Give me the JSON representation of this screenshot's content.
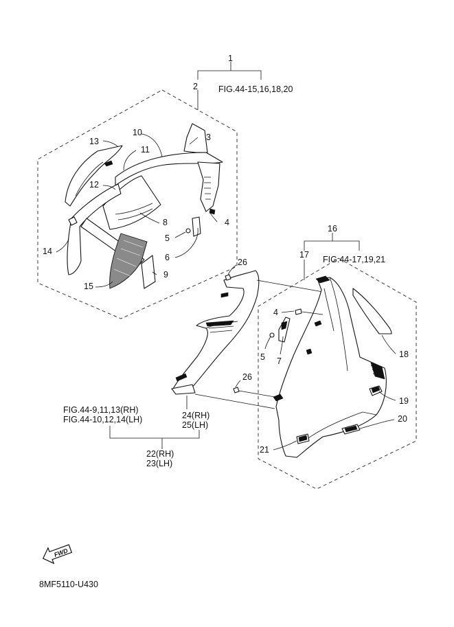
{
  "callouts": {
    "c1": "1",
    "c2": "2",
    "c3": "3",
    "c4a": "4",
    "c5a": "5",
    "c6": "6",
    "c8": "8",
    "c9": "9",
    "c10": "10",
    "c11": "11",
    "c12": "12",
    "c13": "13",
    "c14": "14",
    "c15": "15",
    "c16": "16",
    "c17": "17",
    "c18": "18",
    "c19": "19",
    "c20": "20",
    "c21": "21",
    "c26a": "26",
    "c26b": "26",
    "c4b": "4",
    "c5b": "5",
    "c7": "7"
  },
  "refs": {
    "fig_top_left": "FIG.44-15,16,18,20",
    "fig_top_right": "FIG.44-17,19,21",
    "fig_rh": "FIG.44-9,11,13(RH)",
    "fig_lh": "FIG.44-10,12,14(LH)",
    "p24": "24(RH)",
    "p25": "25(LH)",
    "p22": "22(RH)",
    "p23": "23(LH)"
  },
  "fwd_label": "FWD",
  "diagram_code": "8MF5110-U430"
}
